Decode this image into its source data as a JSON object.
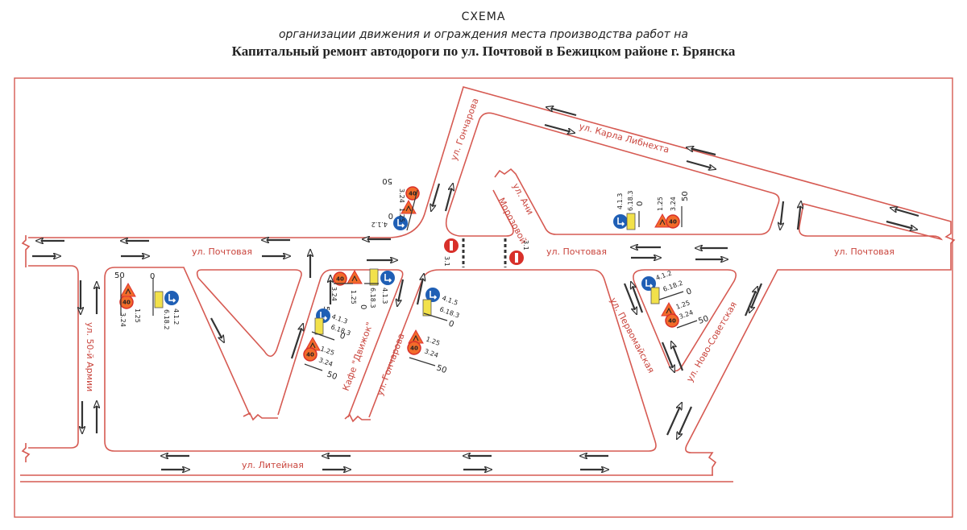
{
  "header": {
    "title": "СХЕМА",
    "subtitle": "организации движения и ограждения места производства работ на",
    "object": "Капитальный ремонт автодороги по ул. Почтовой в Бежицком районе г. Брянска"
  },
  "streets": {
    "pochtovaya": "ул. Почтовая",
    "goncharova": "ул. Гончарова",
    "karla_libknehta": "ул. Карла Либнехта",
    "ani_morozovoy_1": "ул. Ани",
    "ani_morozovoy_2": "Морозовой",
    "armii50": "ул. 50-й Армии",
    "kafe": "Кафе \"Движок\"",
    "pervomayskaya": "ул. Первомайская",
    "novo_sovetskaya": "ул. Ново-Советская",
    "liteynaya": "ул. Литейная"
  },
  "signs": {
    "s412": "4.1.2",
    "s413": "4.1.3",
    "s415": "4.1.5",
    "s6182": "6.18.2",
    "s6183": "6.18.3",
    "s125": "1.25",
    "s324": "3.24",
    "s31": "3.1",
    "speed": "40",
    "d0": "0",
    "d50": "50"
  },
  "colors": {
    "road": "#d65a52",
    "mandatory": "#1f5fb5",
    "warning": "#f26b2a",
    "info": "#f2e14a",
    "prohibit": "#d8302a"
  }
}
